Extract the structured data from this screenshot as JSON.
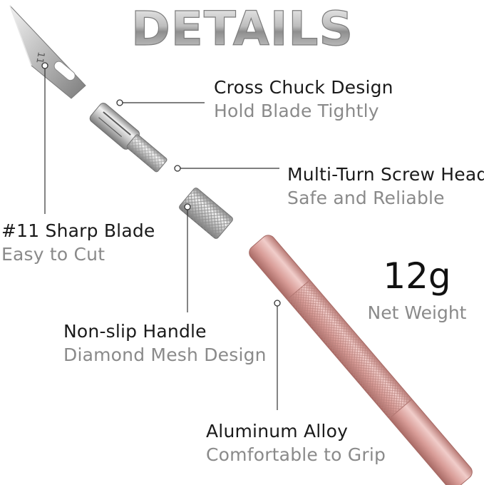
{
  "title": "DETAILS",
  "blade_number": "11",
  "weight": {
    "value": "12g",
    "caption": "Net Weight"
  },
  "callouts": {
    "cross_chuck": {
      "title": "Cross Chuck Design",
      "subtitle": "Hold Blade Tightly"
    },
    "screw_head": {
      "title": "Multi-Turn Screw Head",
      "subtitle": "Safe and Reliable"
    },
    "blade": {
      "title": "#11 Sharp Blade",
      "subtitle": "Easy to Cut"
    },
    "handle": {
      "title": "Non-slip Handle",
      "subtitle": "Diamond Mesh Design"
    },
    "alloy": {
      "title": "Aluminum Alloy",
      "subtitle": "Comfortable to Grip"
    }
  },
  "colors": {
    "handle_rose": "#dca6a2",
    "steel": "#c9c9c9",
    "text_main": "#1a1a1a",
    "text_sub": "#8a8a8a"
  }
}
